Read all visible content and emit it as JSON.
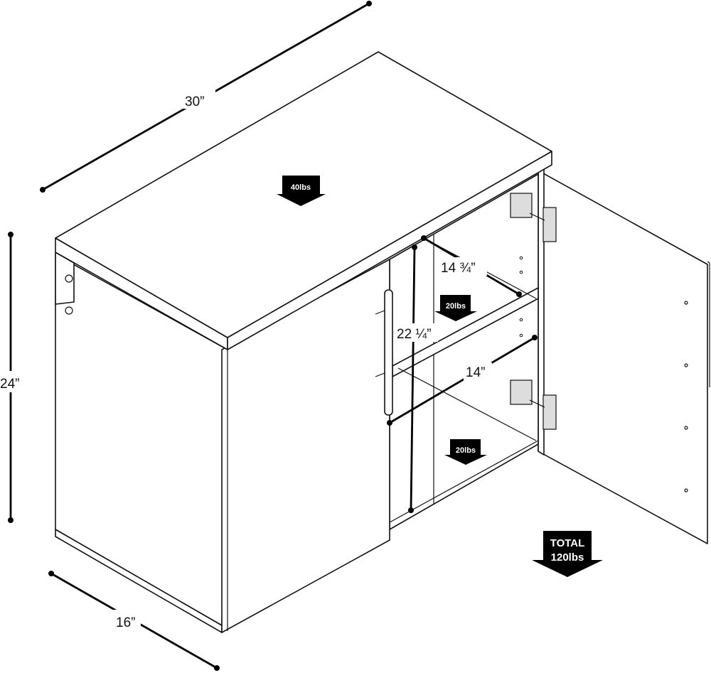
{
  "dimensions": {
    "width": "30”",
    "height": "24”",
    "depth": "16”",
    "shelf_depth": "14 ¾”",
    "interior_height": "22 ¼”",
    "interior_width": "14”"
  },
  "weights": {
    "top": "40lbs",
    "shelf": "20lbs",
    "bottom": "20lbs",
    "total_line1": "TOTAL",
    "total_line2": "120lbs"
  }
}
